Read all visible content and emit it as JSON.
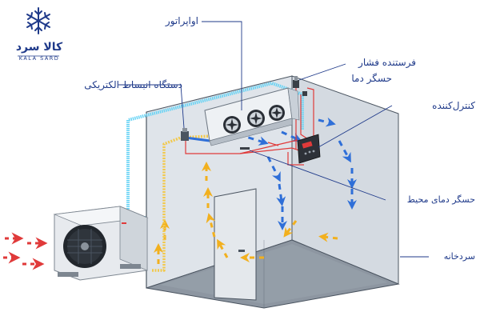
{
  "logo": {
    "name": "کالا سرد",
    "subtitle": "KALA SARD",
    "icon": "snowflake-icon",
    "color": "#1f3a8a"
  },
  "labels": {
    "evaporator": "اواپراتور",
    "pressure_sensor": "فرستنده فشار",
    "temp_sensor": "حسگر دما",
    "controller": "کنترل‌کننده",
    "expansion_device": "دستگاه انبساط الکتریکی",
    "ambient_sensor": "حسگر دمای محیط",
    "cold_room": "سردخانه"
  },
  "colors": {
    "text": "#1f3a8a",
    "pipe_cold": "#66d3f5",
    "pipe_liquid": "#f2c94c",
    "wire": "#e03a3a",
    "air_cold": "#2f6fd8",
    "air_warm": "#f2b01e",
    "air_hot": "#e03a3a",
    "room_fill": "#d7dde4",
    "room_edge": "#4a5460"
  }
}
